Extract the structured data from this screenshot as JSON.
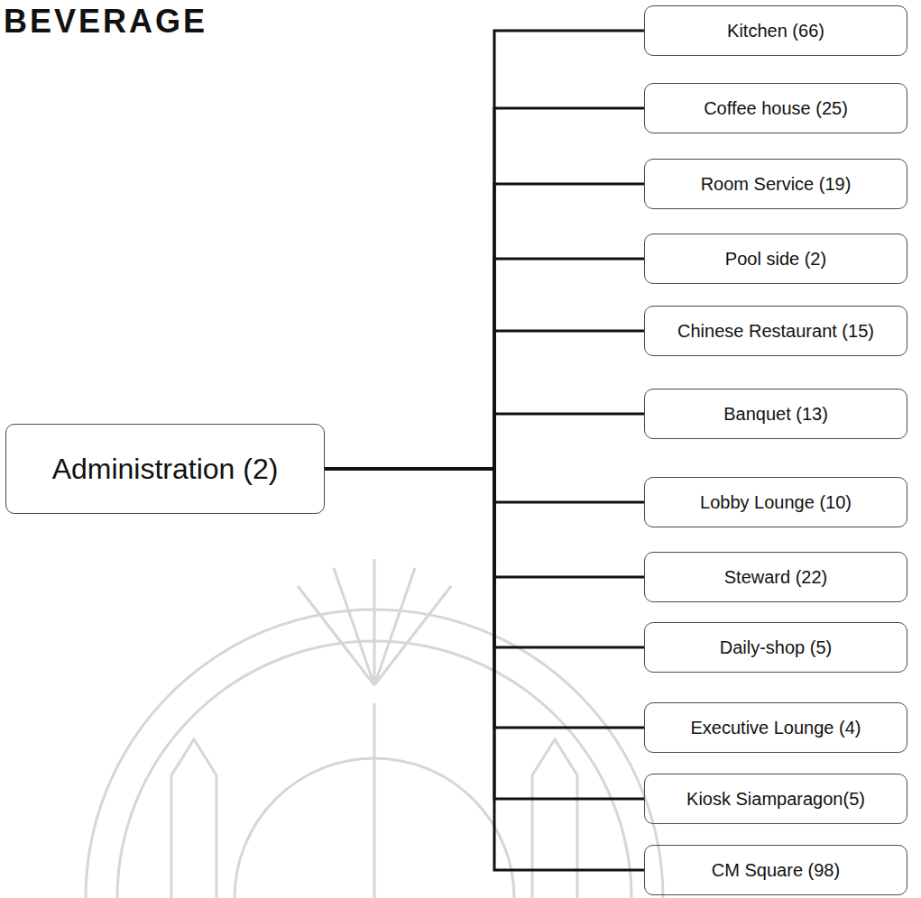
{
  "diagram": {
    "title": "BEVERAGE",
    "nodes": [
      {
        "text": [
          "Administration (2)"
        ]
      },
      {
        "text": [
          "Kitchen (66)"
        ]
      },
      {
        "text": [
          "Coffee house (25)"
        ]
      },
      {
        "text": [
          "Room Service (19)"
        ]
      },
      {
        "text": [
          "Pool side (2)"
        ]
      },
      {
        "text": [
          "Chinese Restaurant (15)"
        ]
      },
      {
        "text": [
          "Banquet (13)"
        ]
      },
      {
        "text": [
          "Lobby Lounge (10)"
        ]
      },
      {
        "text": [
          "Steward (22)"
        ]
      },
      {
        "text": [
          "Daily-shop (5)"
        ]
      },
      {
        "text": [
          "Executive Lounge (4)"
        ]
      },
      {
        "text": [
          "Kiosk Siamparagon(5)"
        ]
      },
      {
        "text": [
          "CM Square (98)"
        ]
      }
    ],
    "edges": [
      {
        "from": 0,
        "to": 1,
        "arrow": "none"
      },
      {
        "from": 0,
        "to": 2,
        "arrow": "none"
      },
      {
        "from": 0,
        "to": 3,
        "arrow": "none"
      },
      {
        "from": 0,
        "to": 4,
        "arrow": "none"
      },
      {
        "from": 0,
        "to": 5,
        "arrow": "none"
      },
      {
        "from": 0,
        "to": 6,
        "arrow": "none"
      },
      {
        "from": 0,
        "to": 7,
        "arrow": "none"
      },
      {
        "from": 0,
        "to": 8,
        "arrow": "none"
      },
      {
        "from": 0,
        "to": 9,
        "arrow": "none"
      },
      {
        "from": 0,
        "to": 10,
        "arrow": "none"
      },
      {
        "from": 0,
        "to": 11,
        "arrow": "none"
      },
      {
        "from": 0,
        "to": 12,
        "arrow": "none"
      }
    ]
  }
}
